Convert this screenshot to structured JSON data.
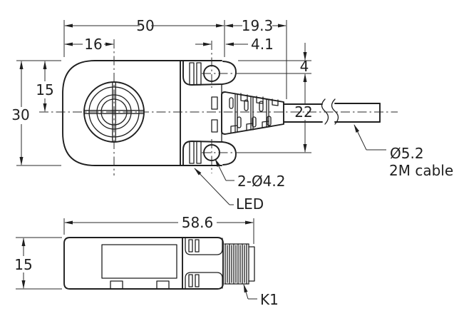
{
  "drawing": {
    "line_color": "#1f1f1f",
    "background": "#ffffff",
    "top_view": {
      "dim_width_overall": "50",
      "dim_face_center": "16",
      "dim_gland_length": "19.3",
      "dim_hole_to_edge": "4.1",
      "dim_ear_offset": "4",
      "dim_gland_height": "22",
      "dim_height_overall": "30",
      "dim_center_height": "15",
      "label_mounting_holes": "2-Ø4.2",
      "label_led": "LED",
      "label_cable_diameter": "Ø5.2",
      "label_cable_length": "2M cable"
    },
    "side_view": {
      "dim_length_overall": "58.6",
      "dim_height": "15",
      "label_connector": "K1"
    }
  }
}
